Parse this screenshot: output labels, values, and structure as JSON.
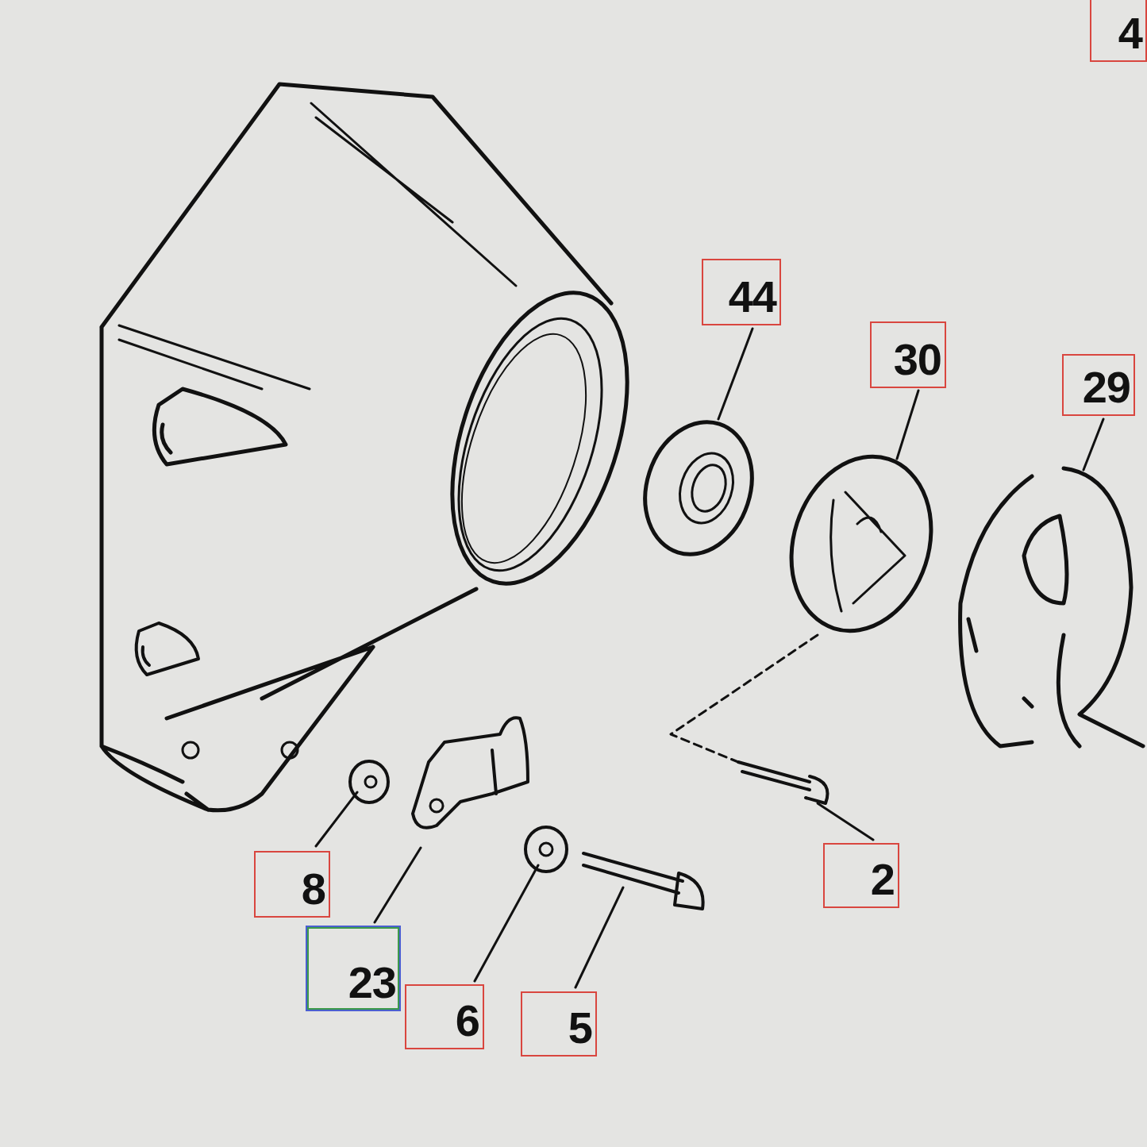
{
  "diagram": {
    "nodes": [
      {
        "text": [
          "4"
        ]
      },
      {
        "text": [
          "44"
        ]
      },
      {
        "text": [
          "30"
        ]
      },
      {
        "text": [
          "29"
        ]
      },
      {
        "text": [
          "2"
        ]
      },
      {
        "text": [
          "8"
        ]
      },
      {
        "text": [
          "23"
        ]
      },
      {
        "text": [
          "6"
        ]
      },
      {
        "text": [
          "5"
        ]
      }
    ]
  }
}
